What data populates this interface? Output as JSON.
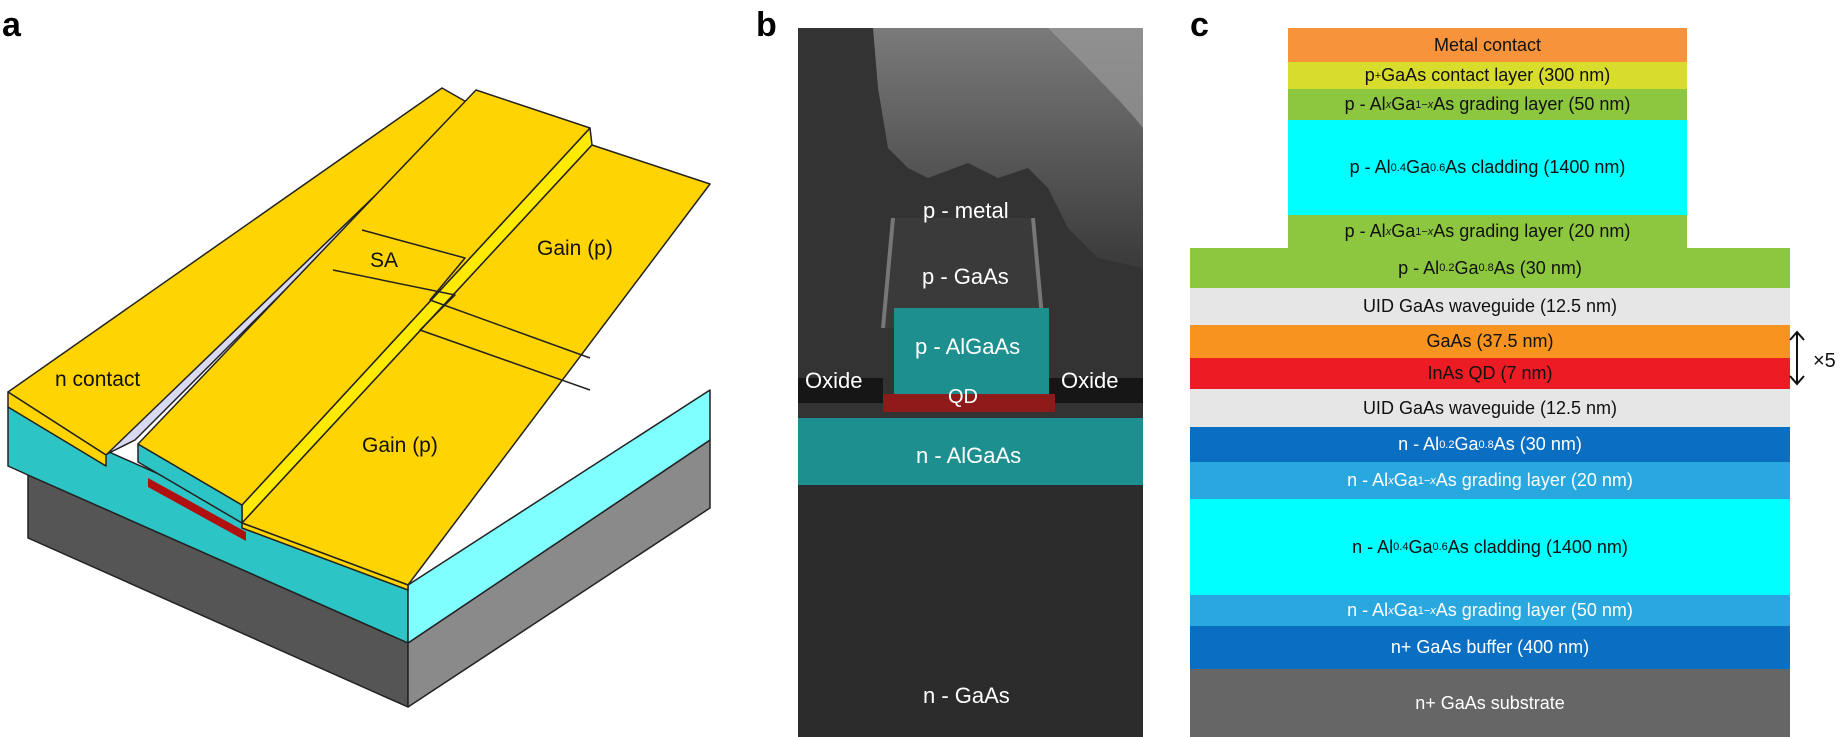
{
  "panels": {
    "a": {
      "letter": "a"
    },
    "b": {
      "letter": "b"
    },
    "c": {
      "letter": "c"
    }
  },
  "panel_a": {
    "labels": {
      "n_contact": "n contact",
      "sa": "SA",
      "gain_upper": "Gain (p)",
      "gain_lower": "Gain (p)"
    },
    "colors": {
      "metal": "#FFD400",
      "metal_side": "#FFEA00",
      "cladding_top": "#2CC4C4",
      "cladding_side": "#7FFFFF",
      "substrate_front": "#555555",
      "substrate_side": "#8A8A8A",
      "qd": "#B01010",
      "trench": "#D9DAF2"
    }
  },
  "panel_b": {
    "labels": {
      "p_metal": "p - metal",
      "p_gaas": "p - GaAs",
      "p_algaas": "p - AlGaAs",
      "oxide_left": "Oxide",
      "oxide_right": "Oxide",
      "qd": "QD",
      "n_algaas": "n - AlGaAs",
      "n_gaas": "n - GaAs"
    },
    "colors": {
      "algaas": "#1E8F8F",
      "qd": "#8E1A1A",
      "background": "#2F2F2F"
    }
  },
  "panel_c": {
    "layers": [
      {
        "plain": "Metal contact",
        "html": "Metal contact",
        "color": "#F7933A"
      },
      {
        "plain": "p+ GaAs contact layer (300 nm)",
        "html": "p<sup>+</sup> GaAs contact layer (300 nm)",
        "color": "#D8DC2C"
      },
      {
        "plain": "p - AlxGa1−xAs grading layer (50 nm)",
        "html": "p - Al<sub><i>x</i></sub>Ga<sub>1−<i>x</i></sub>As grading layer (50 nm)",
        "color": "#8DC63F"
      },
      {
        "plain": "p - Al0.4Ga0.6As cladding (1400 nm)",
        "html": "p - Al<sub>0.4</sub>Ga<sub>0.6</sub>As cladding (1400 nm)",
        "color": "#00FFFF"
      },
      {
        "plain": "p - AlxGa1−xAs grading layer (20 nm)",
        "html": "p - Al<sub><i>x</i></sub>Ga<sub>1−<i>x</i></sub>As grading layer (20 nm)",
        "color": "#8DC63F"
      },
      {
        "plain": "p - Al0.2Ga0.8As (30 nm)",
        "html": "p - Al<sub>0.2</sub>Ga<sub>0.8</sub>As (30 nm)",
        "color": "#8DC63F"
      },
      {
        "plain": "UID GaAs waveguide (12.5 nm)",
        "html": "UID GaAs waveguide (12.5 nm)",
        "color": "#E6E6E6"
      },
      {
        "plain": "GaAs (37.5 nm)",
        "html": "GaAs (37.5 nm)",
        "color": "#F7931E"
      },
      {
        "plain": "InAs QD (7 nm)",
        "html": "InAs QD (7 nm)",
        "color": "#ED1C24"
      },
      {
        "plain": "UID GaAs waveguide (12.5 nm)",
        "html": "UID GaAs waveguide (12.5 nm)",
        "color": "#E6E6E6"
      },
      {
        "plain": "n - Al0.2Ga0.8As (30 nm)",
        "html": "n - Al<sub>0.2</sub>Ga<sub>0.8</sub>As (30 nm)",
        "color": "#0A6FC2"
      },
      {
        "plain": "n - AlxGa1−xAs grading layer (20 nm)",
        "html": "n - Al<sub><i>x</i></sub>Ga<sub>1−<i>x</i></sub>As grading layer (20 nm)",
        "color": "#29A8E0"
      },
      {
        "plain": "n - Al0.4Ga0.6As cladding (1400 nm)",
        "html": "n - Al<sub>0.4</sub>Ga<sub>0.6</sub>As cladding (1400 nm)",
        "color": "#00FFFF"
      },
      {
        "plain": "n - AlxGa1−xAs grading layer (50 nm)",
        "html": "n - Al<sub><i>x</i></sub>Ga<sub>1−<i>x</i></sub>As grading layer (50 nm)",
        "color": "#29A8E0"
      },
      {
        "plain": "n+ GaAs buffer (400 nm)",
        "html": "n+ GaAs buffer (400 nm)",
        "color": "#0A6FC2"
      },
      {
        "plain": "n+ GaAs substrate",
        "html": "n+ GaAs substrate",
        "color": "#666666"
      }
    ],
    "repeat": "×5"
  }
}
